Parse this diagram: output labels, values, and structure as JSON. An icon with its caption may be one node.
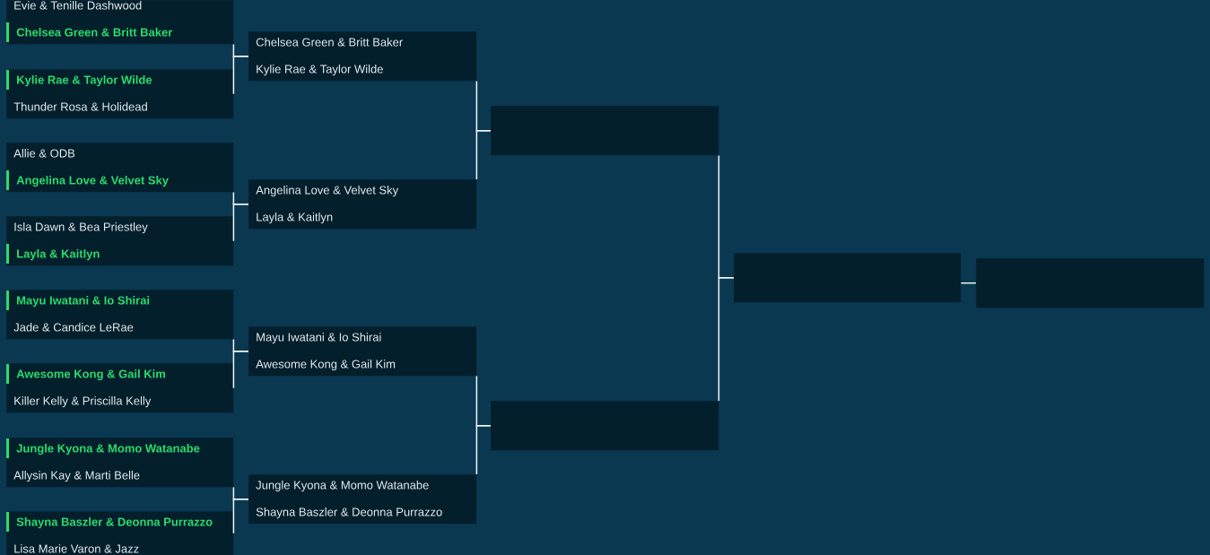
{
  "diagram": {
    "nodes": [
      {
        "text": [
          "Evie & Tenille Dashwood",
          "Chelsea Green & Britt Baker"
        ]
      },
      {
        "text": [
          "Kylie Rae & Taylor Wilde",
          "Thunder Rosa & Holidead"
        ]
      },
      {
        "text": [
          "Allie & ODB",
          "Angelina Love & Velvet Sky"
        ]
      },
      {
        "text": [
          "Isla Dawn & Bea Priestley",
          "Layla & Kaitlyn"
        ]
      },
      {
        "text": [
          "Mayu Iwatani & Io Shirai",
          "Jade & Candice LeRae"
        ]
      },
      {
        "text": [
          "Awesome Kong & Gail Kim",
          "Killer Kelly & Priscilla Kelly"
        ]
      },
      {
        "text": [
          "Jungle Kyona & Momo Watanabe",
          "Allysin Kay & Marti Belle"
        ]
      },
      {
        "text": [
          "Shayna Baszler & Deonna Purrazzo",
          "Lisa Marie Varon & Jazz"
        ]
      },
      {
        "text": [
          "Chelsea Green & Britt Baker",
          "Kylie Rae & Taylor Wilde"
        ]
      },
      {
        "text": [
          "Angelina Love & Velvet Sky",
          "Layla & Kaitlyn"
        ]
      },
      {
        "text": [
          "Mayu Iwatani & Io Shirai",
          "Awesome Kong & Gail Kim"
        ]
      },
      {
        "text": [
          "Jungle Kyona & Momo Watanabe",
          "Shayna Baszler & Deonna Purrazzo"
        ]
      },
      {
        "text": [],
        "shape": "box"
      },
      {
        "text": [],
        "shape": "box"
      },
      {
        "text": [],
        "shape": "box"
      },
      {
        "text": [],
        "shape": "box"
      }
    ],
    "edges": [
      {
        "from": 0,
        "to": 8,
        "arrow": "none"
      },
      {
        "from": 1,
        "to": 8,
        "arrow": "none"
      },
      {
        "from": 2,
        "to": 9,
        "arrow": "none"
      },
      {
        "from": 3,
        "to": 9,
        "arrow": "none"
      },
      {
        "from": 4,
        "to": 10,
        "arrow": "none"
      },
      {
        "from": 5,
        "to": 10,
        "arrow": "none"
      },
      {
        "from": 6,
        "to": 11,
        "arrow": "none"
      },
      {
        "from": 7,
        "to": 11,
        "arrow": "none"
      },
      {
        "from": 8,
        "to": 12,
        "arrow": "none"
      },
      {
        "from": 9,
        "to": 12,
        "arrow": "none"
      },
      {
        "from": 10,
        "to": 13,
        "arrow": "none"
      },
      {
        "from": 11,
        "to": 13,
        "arrow": "none"
      },
      {
        "from": 12,
        "to": 14,
        "arrow": "none"
      },
      {
        "from": 13,
        "to": 14,
        "arrow": "none"
      },
      {
        "from": 14,
        "to": 15,
        "arrow": "none"
      }
    ]
  }
}
